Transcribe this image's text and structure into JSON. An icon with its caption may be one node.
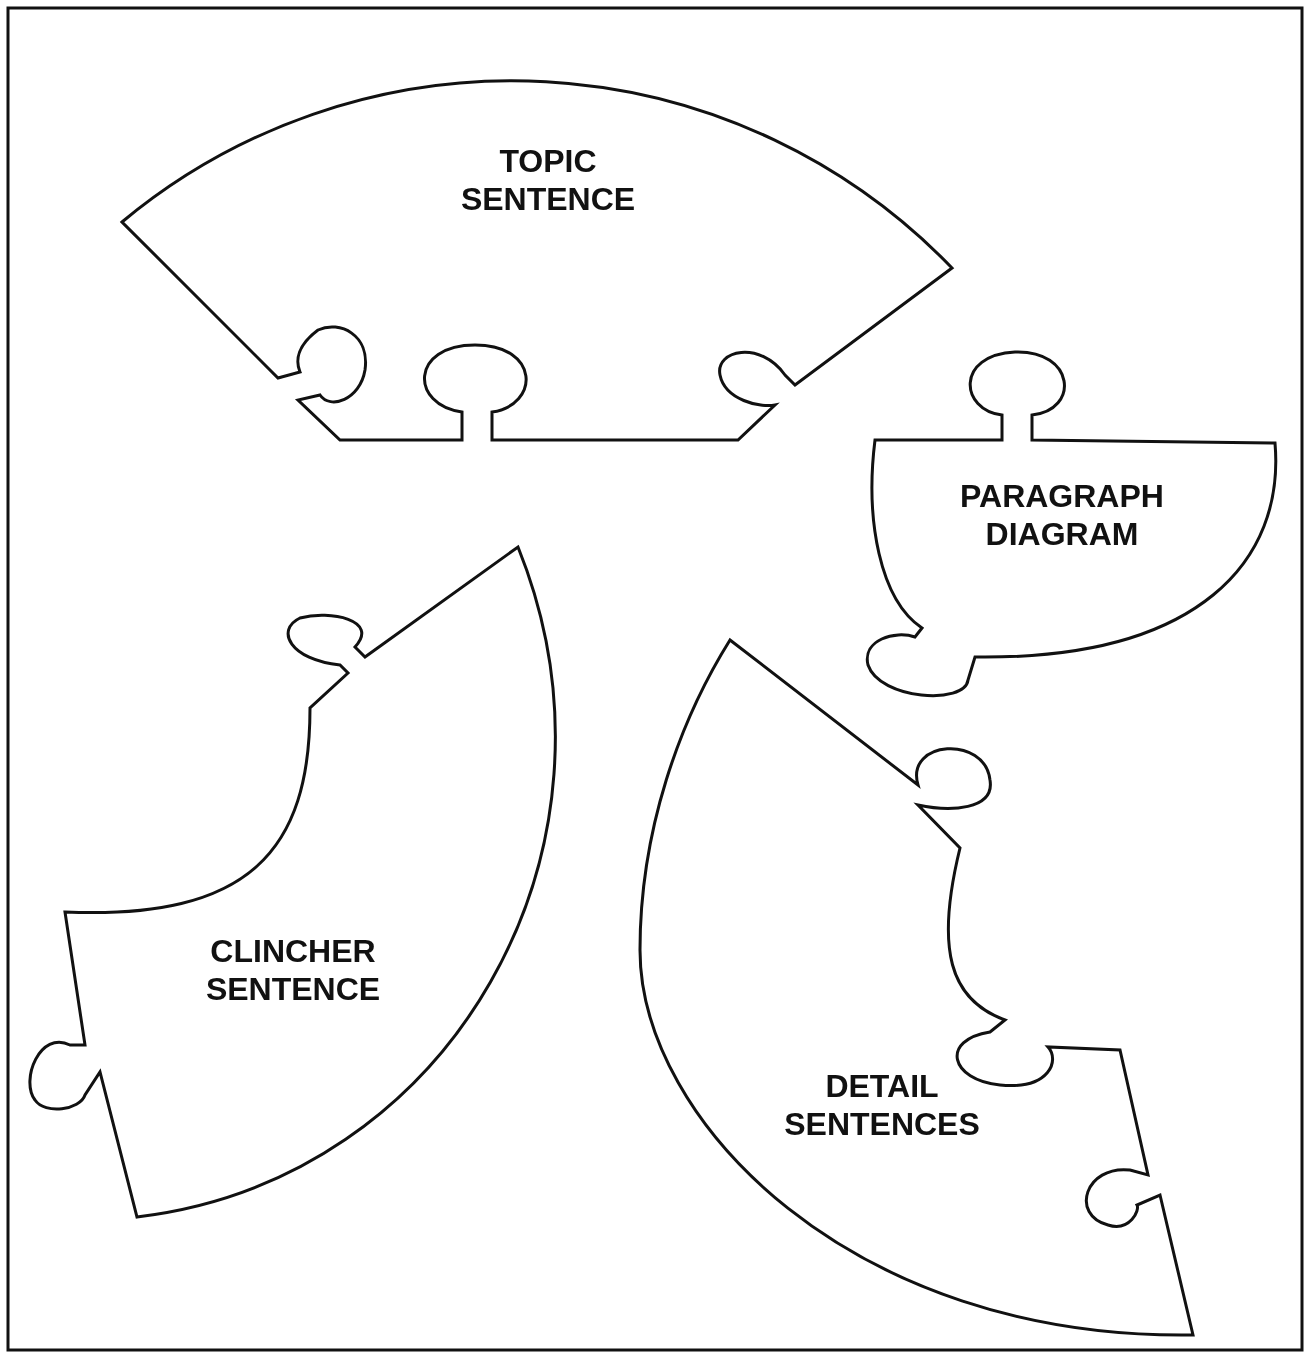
{
  "diagram": {
    "nodes": [
      {
        "text": [
          "TOPIC SENTENCE"
        ]
      },
      {
        "text": [
          "PARAGRAPH DIAGRAM"
        ]
      },
      {
        "text": [
          "CLINCHER SENTENCE"
        ]
      },
      {
        "text": [
          "DETAIL SENTENCES"
        ]
      }
    ]
  }
}
